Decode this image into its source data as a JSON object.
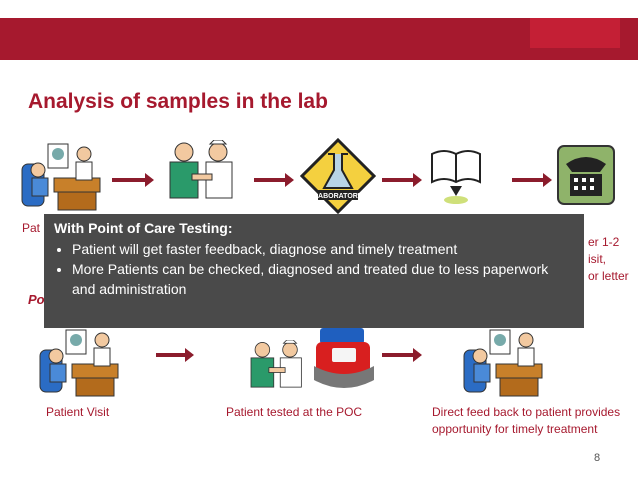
{
  "slide": {
    "title": "Analysis of samples in the lab",
    "page_number": "8"
  },
  "top_row": {
    "caption_left": "Pat",
    "caption_right_1": "er 1-2",
    "caption_right_2": "isit,",
    "caption_right_3": "or letter",
    "icons": [
      "doctor-consultation-icon",
      "blood-test-icon",
      "laboratory-icon",
      "report-book-icon",
      "telephone-icon"
    ]
  },
  "overlay": {
    "heading": "With Point of  Care Testing:",
    "bullets": [
      "Patient will get faster feedback, diagnose and timely treatment",
      "More Patients can be checked, diagnosed and treated due to less paperwork and administration"
    ]
  },
  "poc_label": "Poi",
  "bottom_row": {
    "captions": [
      "Patient Visit",
      "Patient tested at the POC",
      "Direct feed back to patient provides opportunity for timely treatment"
    ],
    "icons": [
      "doctor-consultation-icon",
      "blood-test-icon",
      "poc-device-icon",
      "doctor-consultation-icon"
    ]
  },
  "colors": {
    "brand": "#a6192e",
    "overlay": "#4a4a4a",
    "arrow": "#8b1c2c"
  }
}
